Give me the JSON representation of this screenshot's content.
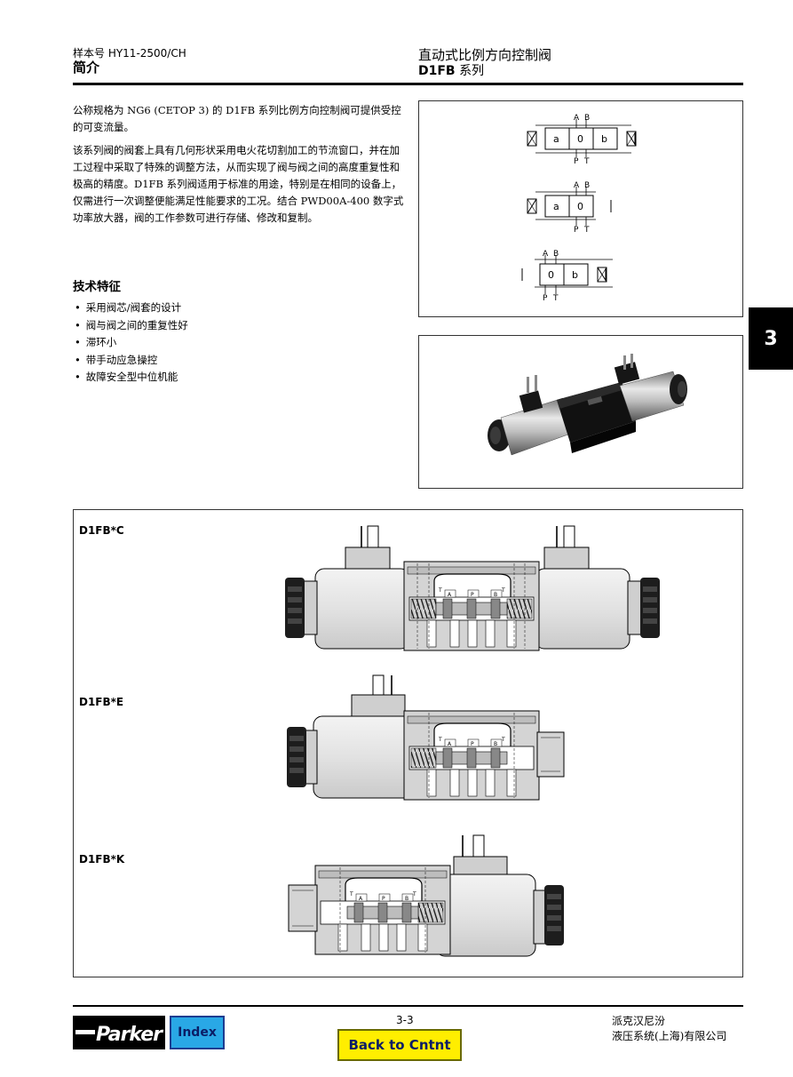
{
  "header": {
    "catalog_code": "样本号 HY11-2500/CH",
    "section": "简介",
    "title": "直动式比例方向控制阀",
    "series_code": "D1FB",
    "series_suffix": "系列"
  },
  "intro": {
    "p1": "公称规格为 NG6 (CETOP 3) 的 D1FB 系列比例方向控制阀可提供受控的可变流量。",
    "p2": "该系列阀的阀套上具有几何形状采用电火花切割加工的节流窗口，并在加工过程中采取了特殊的调整方法，从而实现了阀与阀之间的高度重复性和极高的精度。D1FB 系列阀适用于标准的用途，特别是在相同的设备上，仅需进行一次调整便能满足性能要求的工况。结合 PWD00A-400 数字式功率放大器，阀的工作参数可进行存储、修改和复制。"
  },
  "features": {
    "heading": "技术特征",
    "items": [
      "采用阀芯/阀套的设计",
      "阀与阀之间的重复性好",
      "滞环小",
      "带手动应急操控",
      "故障安全型中位机能"
    ]
  },
  "symbols": {
    "port_a": "A",
    "port_b": "B",
    "port_p": "P",
    "port_t": "T",
    "pos_a": "a",
    "pos_0": "0",
    "pos_b": "b"
  },
  "sections": {
    "c_label": "D1FB*C",
    "e_label": "D1FB*E",
    "k_label": "D1FB*K"
  },
  "tab_number": "3",
  "footer": {
    "logo_text": "Parker",
    "index_label": "Index",
    "page_number": "3-3",
    "back_label": "Back to Cntnt",
    "company_line1": "派克汉尼汾",
    "company_line2": "液压系统(上海)有限公司"
  },
  "colors": {
    "index_bg": "#29a8e6",
    "back_bg": "#ffee00",
    "valve_grey": "#d4d4d4",
    "coil_grey": "#e6e6e6"
  }
}
